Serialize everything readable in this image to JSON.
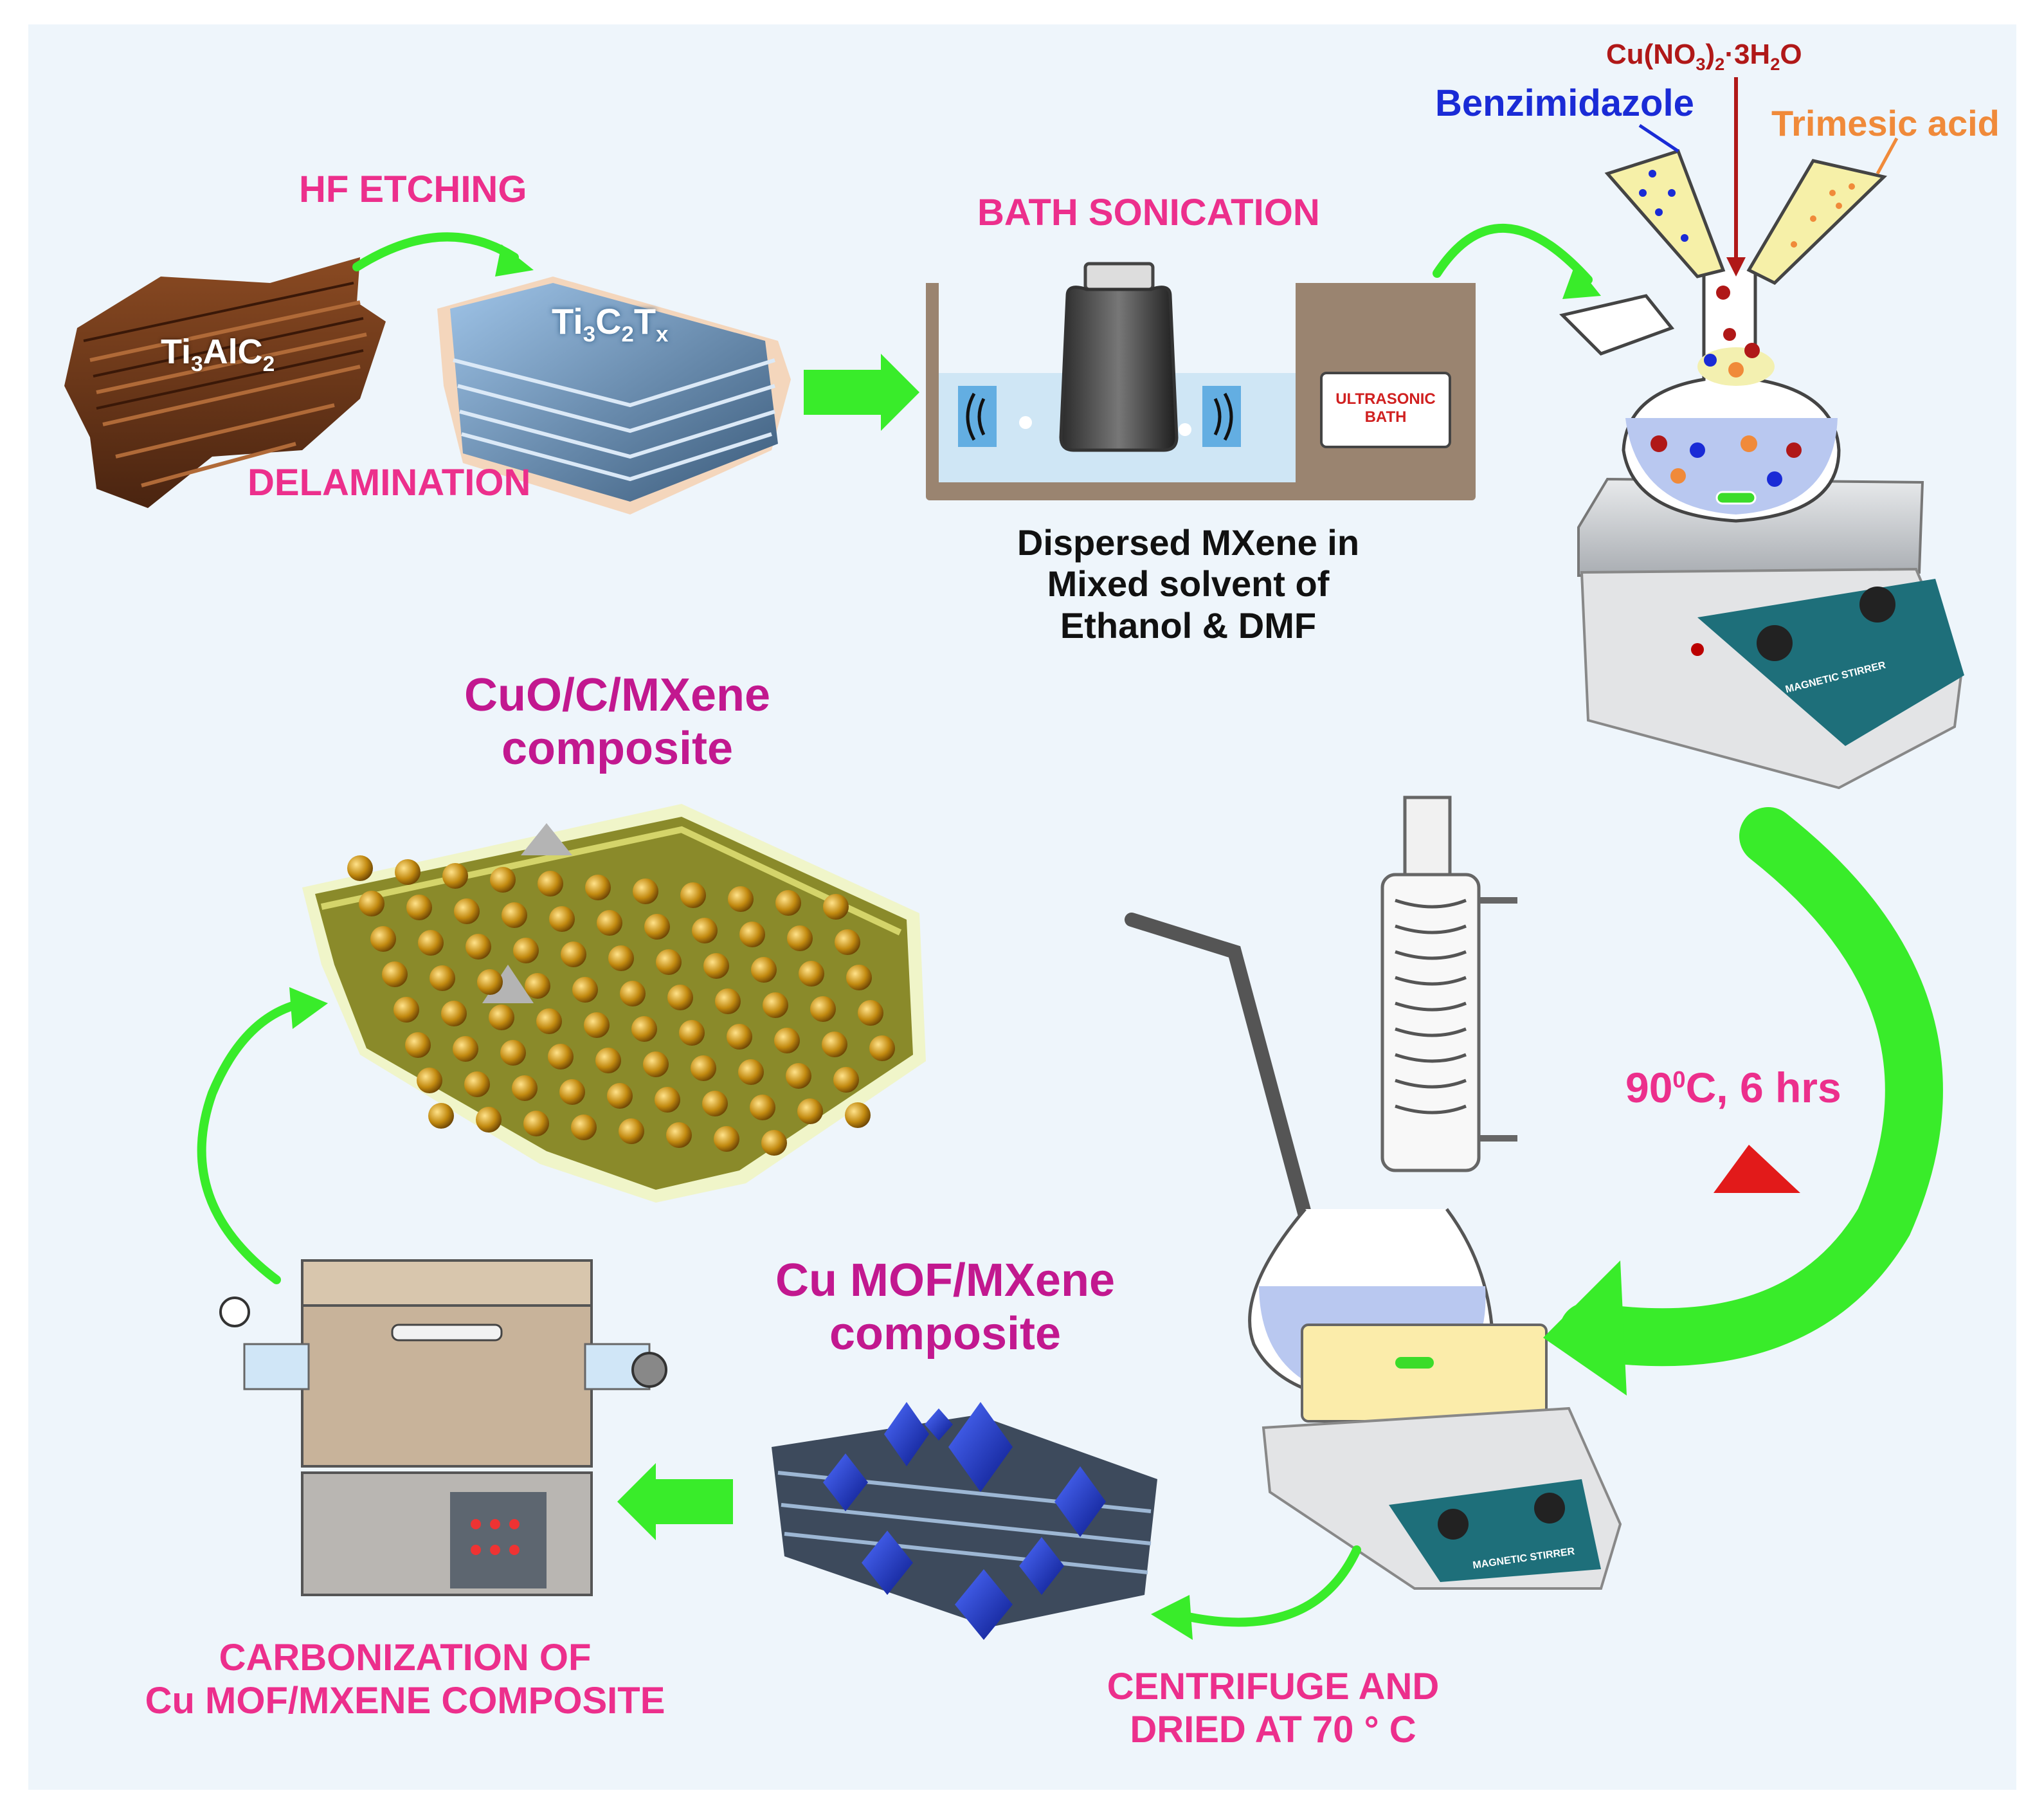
{
  "labels": {
    "hf_etching": "HF ETCHING",
    "delamination": "DELAMINATION",
    "ti3alc2": [
      "Ti",
      "3",
      "AlC",
      "2"
    ],
    "ti3c2tx": [
      "Ti",
      "3",
      "C",
      "2",
      "T",
      "x"
    ],
    "bath_sonication": "BATH SONICATION",
    "ultrasonic": [
      "ULTRASONIC",
      "BATH"
    ],
    "dispersed": [
      "Dispersed MXene in",
      "Mixed solvent of",
      "Ethanol & DMF"
    ],
    "cu_nitrate": [
      "Cu(NO",
      "3",
      ")",
      "2",
      "·3H",
      "2",
      "O"
    ],
    "benzimidazole": "Benzimidazole",
    "trimesic": "Trimesic acid",
    "stirrer_text": "MAGNETIC STIRRER",
    "temp_time": [
      "90",
      "0",
      "C, 6 hrs"
    ],
    "centrifuge": [
      "CENTRIFUGE AND",
      "DRIED AT 70 ° C"
    ],
    "cu_mof": [
      "Cu MOF/MXene",
      "composite"
    ],
    "carbonization": [
      "CARBONIZATION  OF",
      "Cu MOF/MXENE COMPOSITE"
    ],
    "cuo_title": [
      "CuO/C/MXene",
      "composite"
    ]
  },
  "colors": {
    "arrow_green": "#39ec2a",
    "label_pink": "#ec2f8c",
    "title_magenta": "#c2188f",
    "benzimidazole_blue": "#1a2bd6",
    "trimesic_orange": "#f08a3a",
    "nitrate_red": "#b01818",
    "heat_triangle": "#e21a1a"
  }
}
